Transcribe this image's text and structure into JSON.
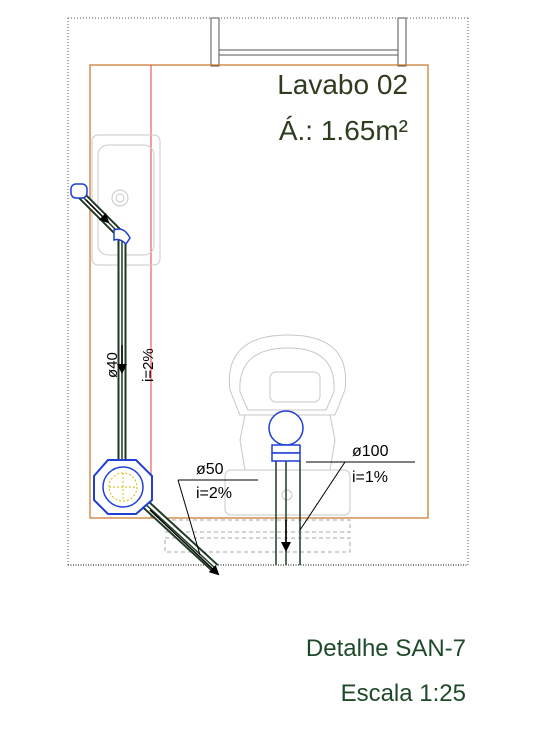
{
  "room": {
    "name": "Lavabo 02",
    "area": "Á.: 1.65m²"
  },
  "pipes": [
    {
      "diameter": "ø40",
      "slope": "i=2%"
    },
    {
      "diameter": "ø50",
      "slope": "i=2%"
    },
    {
      "diameter": "ø100",
      "slope": "i=1%"
    }
  ],
  "detail": {
    "title": "Detalhe SAN-7",
    "scale": "Escala 1:25"
  },
  "colors": {
    "wall": "#c8732a",
    "pipe": "#1e3a22",
    "fitting": "#1f3fd6",
    "fixture": "#c8c8c8",
    "red_line": "#e04040",
    "title_green": "#2f3d1f",
    "detail_green": "#1f4a2a"
  }
}
